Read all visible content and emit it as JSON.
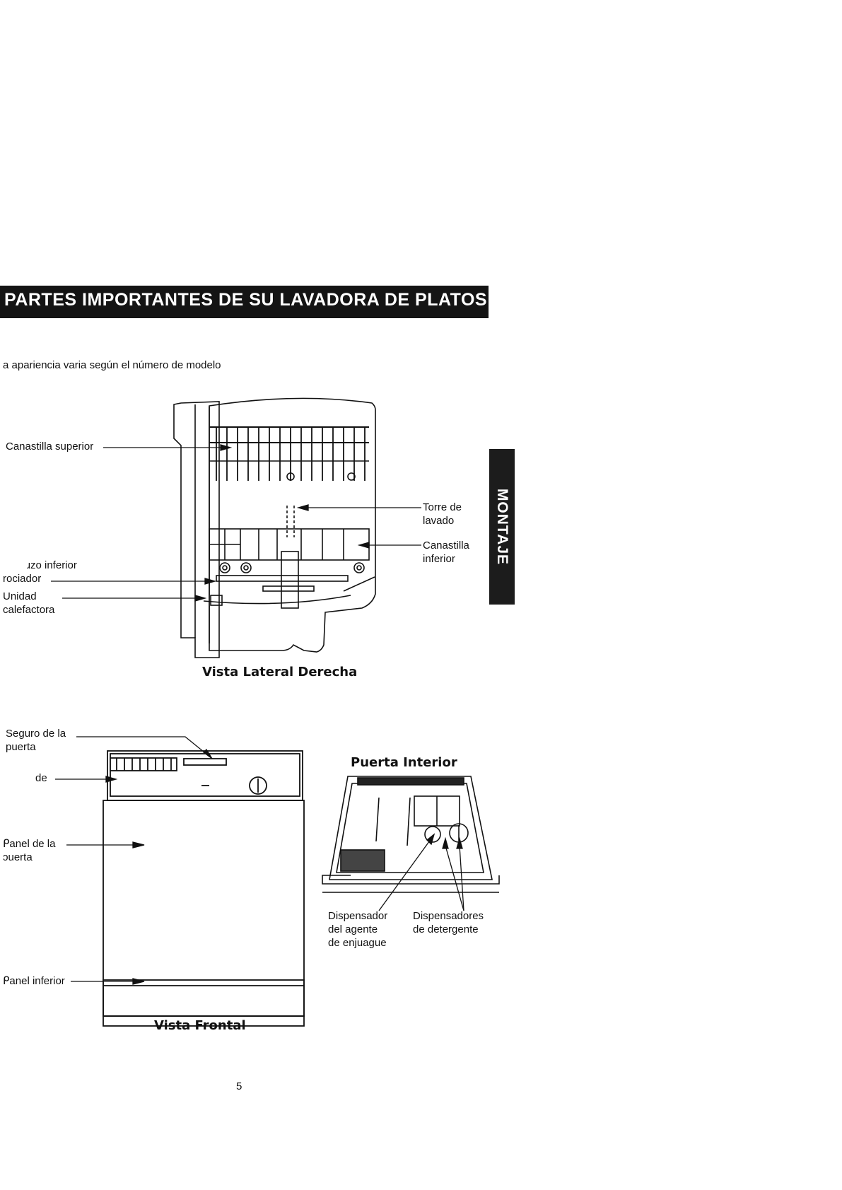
{
  "header": {
    "title": "PARTES IMPORTANTES DE SU LAVADORA DE PLATOS"
  },
  "side_tab": {
    "label": "MONTAJE"
  },
  "intro": "a apariencia varia según el número de modelo",
  "side_view": {
    "caption": "Vista Lateral Derecha",
    "labels": {
      "upper_rack": "Canastilla superior",
      "wash_tower": [
        "Torre de",
        "lavado"
      ],
      "lower_rack": [
        "Canastilla",
        "inferior"
      ],
      "lower_spray_arm": [
        "ɹzo inferior",
        "rociador"
      ],
      "heating_unit": [
        "Unidad",
        "calefactora"
      ]
    }
  },
  "front_view": {
    "caption": "Vista Frontal",
    "labels": {
      "door_latch": [
        "Seguro de la",
        "puerta"
      ],
      "control_panel": "de",
      "door_panel": [
        "ᑭanel de la",
        "ɔuerta"
      ],
      "lower_panel": "ᑭanel inferior"
    }
  },
  "door_view": {
    "caption": "Puerta Interior",
    "labels": {
      "rinse_dispenser": [
        "Dispensador",
        "del agente",
        "de enjuague"
      ],
      "detergent_dispensers": [
        "Dispensadores",
        "de detergente"
      ]
    }
  },
  "page_number": "5"
}
